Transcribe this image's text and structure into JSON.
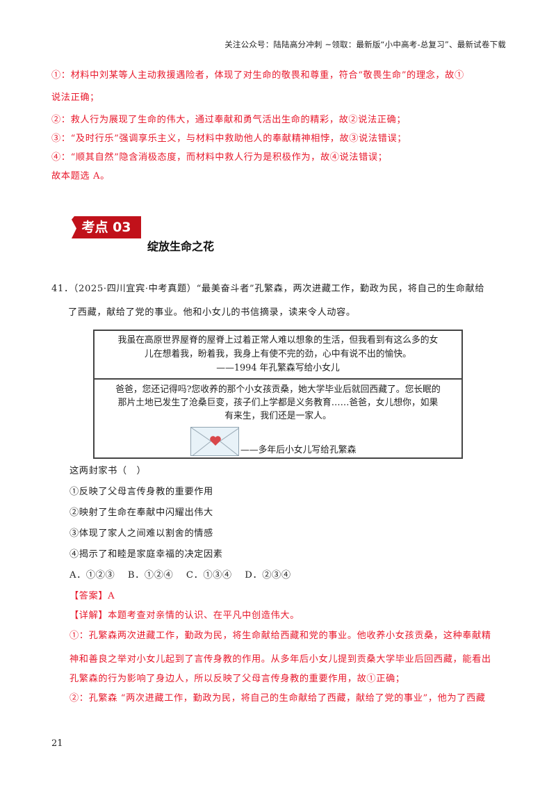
{
  "header": {
    "note": "关注公众号：陆陆高分冲刺 ~领取：最新版“小中高考-总复习”、最新试卷下载"
  },
  "prev_analysis": {
    "lines": [
      "①：材料中刘某等人主动救援遇险者，体现了对生命的敬畏和尊重，符合“敬畏生命”的理念，故①",
      "说法正确；",
      "②：救人行为展现了生命的伟大，通过奉献和勇气活出生命的精彩，故②说法正确；",
      "③：“及时行乐”强调享乐主义，与材料中救助他人的奉献精神相悖，故③说法错误；",
      "④：“顺其自然”隐含消极态度，而材料中救人行为是积极作为，故④说法错误；",
      "故本题选 A。"
    ]
  },
  "section": {
    "badge": "考点 03",
    "title": "绽放生命之花"
  },
  "question": {
    "stem_line1": "41．（2025·四川宜宾·中考真题）“最美奋斗者”孔繁森，两次进藏工作，勤政为民，将自己的生命献给",
    "stem_line2": "了西藏，献给了党的事业。他和小女儿的书信摘录，读来令人动容。",
    "letter1": {
      "line1": "我虽在高原世界屋脊的屋脊上过着正常人难以想象的生活，但我看到有这么多的女",
      "line2": "儿在想着我，盼着我，我身上有使不完的劲，心中有说不出的愉快。",
      "signature": "——1994 年孔繁森写给小女儿"
    },
    "letter2": {
      "line1": "爸爸，您还记得吗?您收养的那个小女孩贡桑，她大学毕业后就回西藏了。您长眠的",
      "line2": "那片土地已发生了沧桑巨变，孩子们上学都是义务教育……爸爸，女儿想你，如果",
      "line3": "有来生，我们还是一家人。",
      "image": "envelope-with-heart",
      "signature": "——多年后小女儿写给孔繁森"
    },
    "prompt": "这两封家书（　）",
    "statements": [
      "①反映了父母言传身教的重要作用",
      "②映射了生命在奉献中闪耀出伟大",
      "③体现了家人之间难以割舍的情感",
      "④揭示了和睦是家庭幸福的决定因素"
    ],
    "choices": "A．①②③　 B．①②④　 C．①③④　 D．②③④",
    "answer": "【答案】A",
    "explanation": [
      "【详解】本题考查对亲情的认识、在平凡中创造伟大。",
      "①：孔繁森两次进藏工作，勤政为民，将生命献给西藏和党的事业。他收养小女孩贡桑，这种奉献精",
      "神和善良之举对小女儿起到了言传身教的作用。从多年后小女儿提到贡桑大学毕业后回西藏，能看出",
      "孔繁森的行为影响了身边人，所以反映了父母言传身教的重要作用，故①正确；",
      "②：孔繁森 “两次进藏工作，勤政为民，将自己的生命献给了西藏，献给了党的事业”，他为了西藏"
    ]
  },
  "footer": {
    "page_number": "21"
  },
  "colors": {
    "answer_red": "#e8192c",
    "badge_red": "#c1111a"
  }
}
